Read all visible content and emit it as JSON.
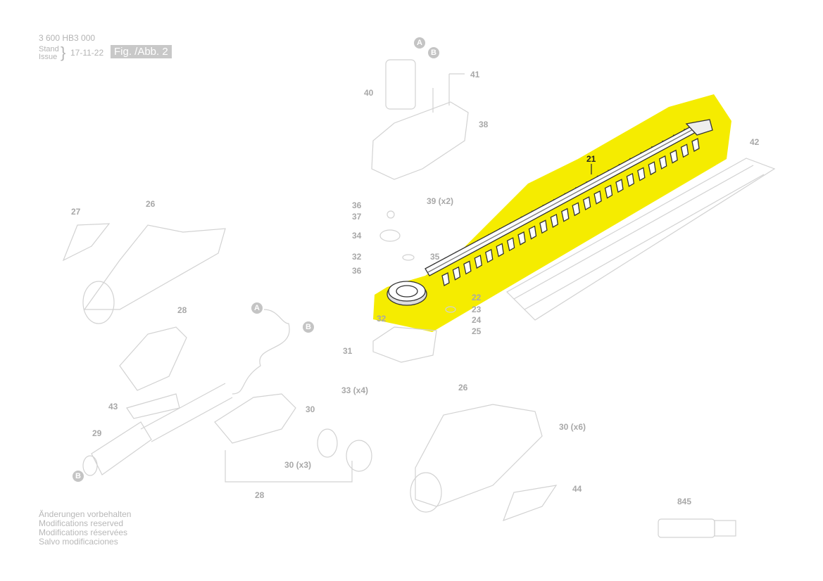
{
  "header": {
    "doc_number": "3 600 HB3 000",
    "stand_label": "Stand",
    "issue_label": "Issue",
    "date": "17-11-22",
    "figure_label": "Fig. /Abb. 2"
  },
  "highlight_color": "#f5ec00",
  "highlighted_part": "21",
  "callouts": {
    "a_top": "A",
    "b_top": "B",
    "p41": "41",
    "p40": "40",
    "p38": "38",
    "p21": "21",
    "p42": "42",
    "p36a": "36",
    "p39": "39 (x2)",
    "p37": "37",
    "p34": "34",
    "p32a": "32",
    "p35": "35",
    "p36b": "36",
    "p22": "22",
    "p23": "23",
    "p24": "24",
    "p25": "25",
    "p32b": "32",
    "p31": "31",
    "p33": "33 (x4)",
    "p27": "27",
    "p26a": "26",
    "p28a": "28",
    "a_mid": "A",
    "b_mid": "B",
    "p43": "43",
    "p29": "29",
    "b_low": "B",
    "p30a": "30",
    "p30b": "30 (x3)",
    "p28b": "28",
    "p26b": "26",
    "p30c": "30 (x6)",
    "p44": "44",
    "p845": "845"
  },
  "footer": {
    "lines": [
      "Änderungen vorbehalten",
      "Modifications reserved",
      "Modifications réservées",
      "Salvo modificaciones"
    ]
  }
}
